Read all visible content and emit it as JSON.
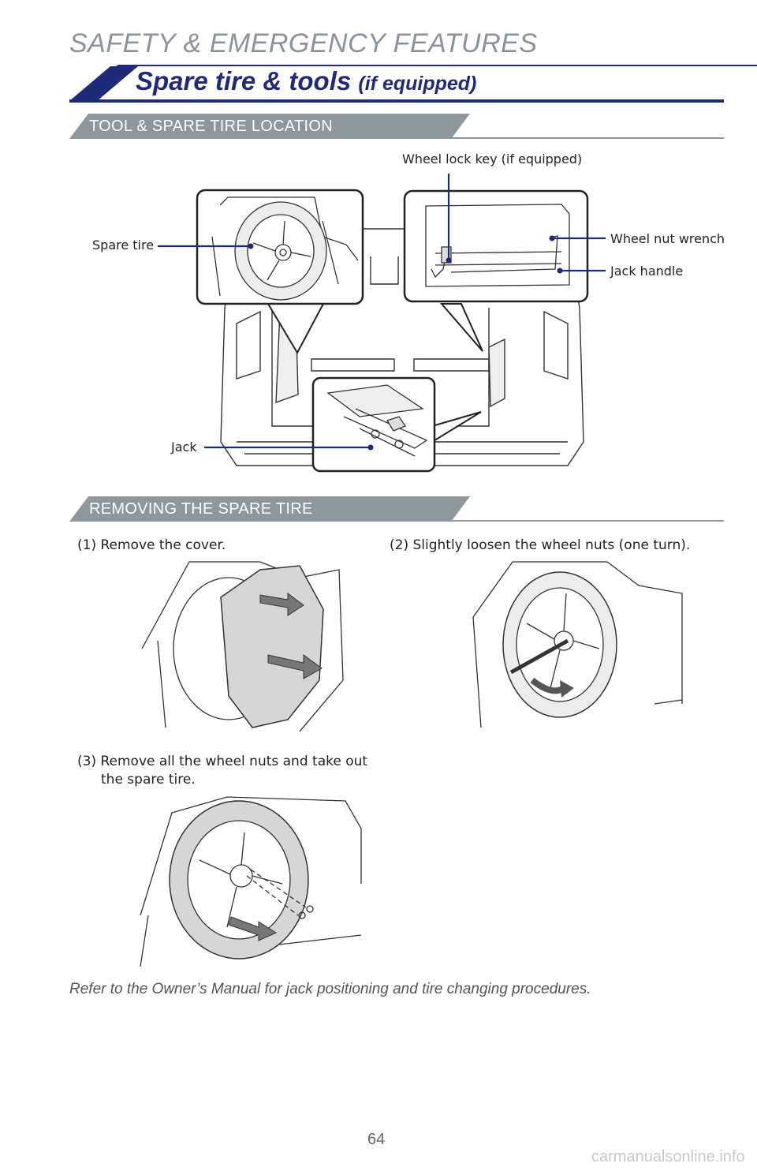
{
  "header": {
    "section": "SAFETY & EMERGENCY FEATURES",
    "title": "Spare tire & tools",
    "title_suffix": "(if equipped)"
  },
  "sections": {
    "location": "TOOL & SPARE TIRE LOCATION",
    "removing": "REMOVING THE SPARE TIRE"
  },
  "callouts": {
    "wheel_lock_key": "Wheel lock key (if equipped)",
    "spare_tire": "Spare tire",
    "wheel_nut_wrench": "Wheel nut wrench",
    "jack_handle": "Jack handle",
    "jack": "Jack"
  },
  "steps": {
    "step1": "(1) Remove the cover.",
    "step2": "(2) Slightly loosen the wheel nuts (one turn).",
    "step3_line1": "(3) Remove all the wheel nuts and take out",
    "step3_line2": "the spare tire."
  },
  "footer_note": "Refer to the Owner’s Manual for jack positioning and tire changing procedures.",
  "page_number": "64",
  "watermark": "carmanualsonline.info",
  "colors": {
    "navy": "#1f2a78",
    "gray_header": "#8a9399",
    "banner_gray": "#8d979c",
    "cover_gray": "#d6d6d6"
  }
}
